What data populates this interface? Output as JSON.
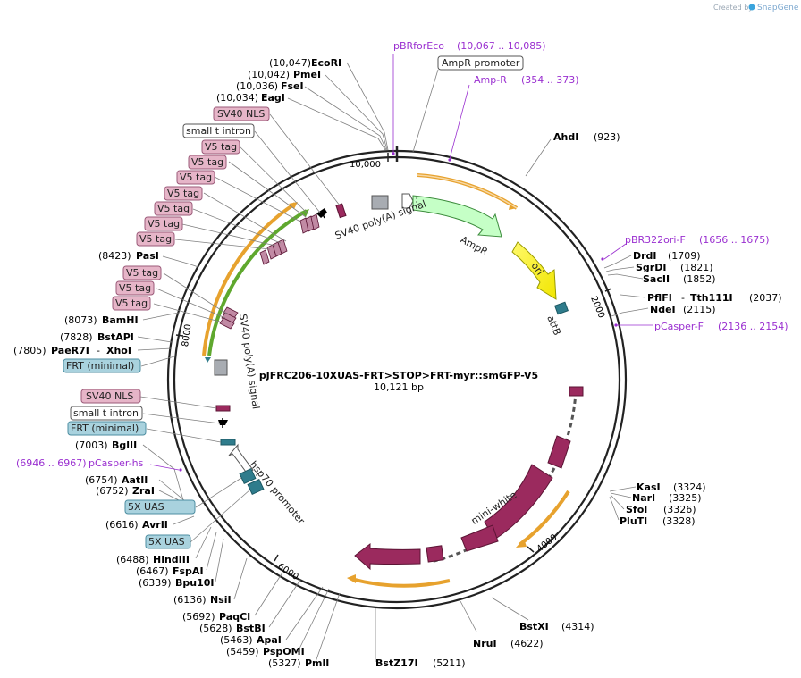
{
  "branding": {
    "created_by": "Created by",
    "app": "SnapGene"
  },
  "map": {
    "name": "pJFRC206-10XUAS-FRT>STOP>FRT-myr::smGFP-V5",
    "length": "10,121 bp",
    "ticks": [
      "10,000",
      "2000",
      "4000",
      "6000",
      "8000"
    ]
  },
  "sites": {
    "ecori": {
      "pos": "(10,047)",
      "name": "EcoRI"
    },
    "pmei": {
      "pos": "(10,042)",
      "name": "PmeI"
    },
    "fsei": {
      "pos": "(10,036)",
      "name": "FseI"
    },
    "eagi": {
      "pos": "(10,034)",
      "name": "EagI"
    },
    "ahdi": {
      "name": "AhdI",
      "pos": "(923)"
    },
    "drdi": {
      "name": "DrdI",
      "pos": "(1709)"
    },
    "sgrdi": {
      "name": "SgrDI",
      "pos": "(1821)"
    },
    "sacii": {
      "name": "SacII",
      "pos": "(1852)"
    },
    "pflfi": {
      "name": "PflFI",
      "sep": "-",
      "name2": "Tth111I",
      "pos": "(2037)"
    },
    "ndei": {
      "name": "NdeI",
      "pos": "(2115)"
    },
    "kasi": {
      "name": "KasI",
      "pos": "(3324)"
    },
    "nari": {
      "name": "NarI",
      "pos": "(3325)"
    },
    "sfoi": {
      "name": "SfoI",
      "pos": "(3326)"
    },
    "pluti": {
      "name": "PluTI",
      "pos": "(3328)"
    },
    "bstxi": {
      "name": "BstXI",
      "pos": "(4314)"
    },
    "nrui": {
      "name": "NruI",
      "pos": "(4622)"
    },
    "bstz17i": {
      "name": "BstZ17I",
      "pos": "(5211)"
    },
    "pmli": {
      "pos": "(5327)",
      "name": "PmlI"
    },
    "pspomi": {
      "pos": "(5459)",
      "name": "PspOMI"
    },
    "apai": {
      "pos": "(5463)",
      "name": "ApaI"
    },
    "bstbi": {
      "pos": "(5628)",
      "name": "BstBI"
    },
    "paqci": {
      "pos": "(5692)",
      "name": "PaqCI"
    },
    "nsii": {
      "pos": "(6136)",
      "name": "NsiI"
    },
    "bpu10i": {
      "pos": "(6339)",
      "name": "Bpu10I"
    },
    "fspai": {
      "pos": "(6467)",
      "name": "FspAI"
    },
    "hindiii": {
      "pos": "(6488)",
      "name": "HindIII"
    },
    "avrii": {
      "pos": "(6616)",
      "name": "AvrII"
    },
    "zrai": {
      "pos": "(6752)",
      "name": "ZraI"
    },
    "aatii": {
      "pos": "(6754)",
      "name": "AatII"
    },
    "bglii": {
      "pos": "(7003)",
      "name": "BglII"
    },
    "paer7i": {
      "pos": "(7805)",
      "name": "PaeR7I",
      "sep": "-",
      "name2": "XhoI"
    },
    "bstapi": {
      "pos": "(7828)",
      "name": "BstAPI"
    },
    "bamhi": {
      "pos": "(8073)",
      "name": "BamHI"
    },
    "pasi": {
      "pos": "(8423)",
      "name": "PasI"
    }
  },
  "primers": {
    "pbrforeco": {
      "name": "pBRforEco",
      "range": "(10,067 .. 10,085)"
    },
    "ampr": {
      "name": "Amp-R",
      "range": "(354 .. 373)"
    },
    "pbr322ori": {
      "name": "pBR322ori-F",
      "range": "(1656 .. 1675)"
    },
    "pcasperf": {
      "name": "pCasper-F",
      "range": "(2136 .. 2154)"
    },
    "pcasperhs": {
      "range": "(6946 .. 6967)",
      "name": "pCasper-hs"
    }
  },
  "feature_boxes": {
    "ampr_promoter": "AmpR promoter",
    "sv40_nls_1": "SV40 NLS",
    "small_t_1": "small t intron",
    "v5": "V5 tag",
    "frt_min_1": "FRT (minimal)",
    "sv40_nls_2": "SV40 NLS",
    "small_t_2": "small t intron",
    "frt_min_2": "FRT (minimal)",
    "uas_1": "5X UAS",
    "uas_2": "5X UAS"
  },
  "inner_labels": {
    "sv40_polya_1": "SV40 poly(A) signal",
    "ampr": "AmpR",
    "ori": "ori",
    "attb": "attB",
    "sv40_polya_2": "SV40 poly(A) signal",
    "hsp70": "hsp70 promoter",
    "mini_white": "mini-white"
  },
  "colors": {
    "backbone": "#222222",
    "amp": "#c5ffc6",
    "ori": "#ffff00",
    "mini_white": "#9b2a5e",
    "teal": "#2f7c8c",
    "primer": "#9a2fd0",
    "orange_arc": "#e7a22e",
    "green_arc": "#5fa82e",
    "v5_box": "#e6b5c8",
    "frt_box": "#a9d2de"
  }
}
